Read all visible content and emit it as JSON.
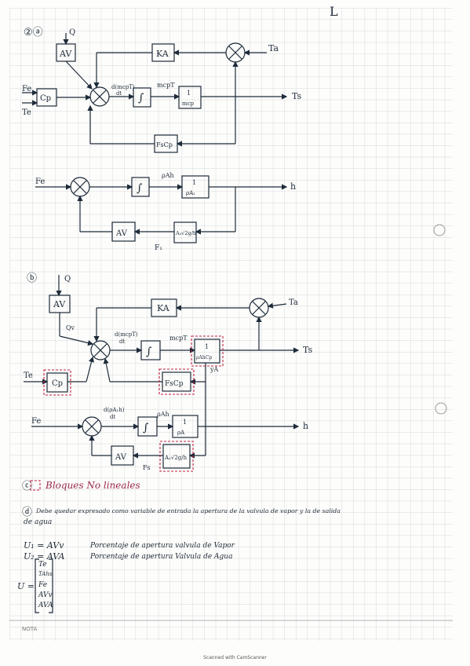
{
  "corner_mark": "L",
  "section_a": {
    "label": "②ⓐ",
    "input_q": "Q",
    "input_ta": "Ta",
    "input_fe": "Fe",
    "input_te": "Te",
    "output_ts": "Ts",
    "blocks": {
      "av": "AV",
      "ka": "KA",
      "cp": "Cp",
      "integrator": "∫",
      "inv_mcp_num": "1",
      "inv_mcp_den": "mcp",
      "fscp": "FsCp"
    },
    "signals": {
      "d_mcpt": "d(mcpT)",
      "dt": "dt",
      "mcpt": "mcpT"
    },
    "level_loop": {
      "input_fe": "Fe",
      "output_h": "h",
      "rho_ah": "ρAh",
      "inv_num": "1",
      "inv_den": "ρA₁",
      "av": "AV",
      "a2_block": "A₂√2g/h",
      "f1": "F₁"
    }
  },
  "section_b": {
    "label": "ⓑ",
    "input_q": "Q",
    "qv": "Qv",
    "input_ta": "Ta",
    "input_te": "Te",
    "input_fe": "Fe",
    "output_ts": "Ts",
    "output_h": "h",
    "blocks": {
      "av_top": "AV",
      "ka": "KA",
      "cp": "Cp",
      "integrator_1": "∫",
      "inv_top_num": "1",
      "inv_top_den": "ρAhCp",
      "fscp": "FsCp",
      "integrator_2": "∫",
      "inv_bot_num": "1",
      "inv_bot_den": "ρA",
      "av_bottom": "AV",
      "a2_block": "A₂√2g/h"
    },
    "signals": {
      "d_mcpt": "d(mcpT)",
      "dt": "dt",
      "mcpt": "mcpT",
      "d_rho_ah": "d(ρA₁h)",
      "dt2": "dt",
      "rho_ah": "ρAh",
      "ya": "yA",
      "fs": "Fs"
    }
  },
  "notes": {
    "c_label": "ⓒ",
    "c_text": "Bloques No lineales",
    "d_label": "ⓓ",
    "d_text_1": "Debe quedar expresado como variable de entrada la apertura de la valvula de vapor y la de salida",
    "d_text_2": "de agua",
    "u1": "U₁ = AVv",
    "u1_desc": "Porcentaje de apertura valvula de Vapor",
    "u2": "U₂ = AVA",
    "u2_desc": "Porcentaje de apertura Valvula de Agua",
    "u_label": "U =",
    "u_vector": [
      "Te",
      "TAhs",
      "Fe",
      "AVv",
      "AVA"
    ]
  },
  "footer": {
    "nota": "NOTA",
    "caption": "Scanned with CamScanner"
  },
  "colors": {
    "ink": "#1e2b3a",
    "grid": "#c9ccd1",
    "highlight": "#c02040"
  }
}
